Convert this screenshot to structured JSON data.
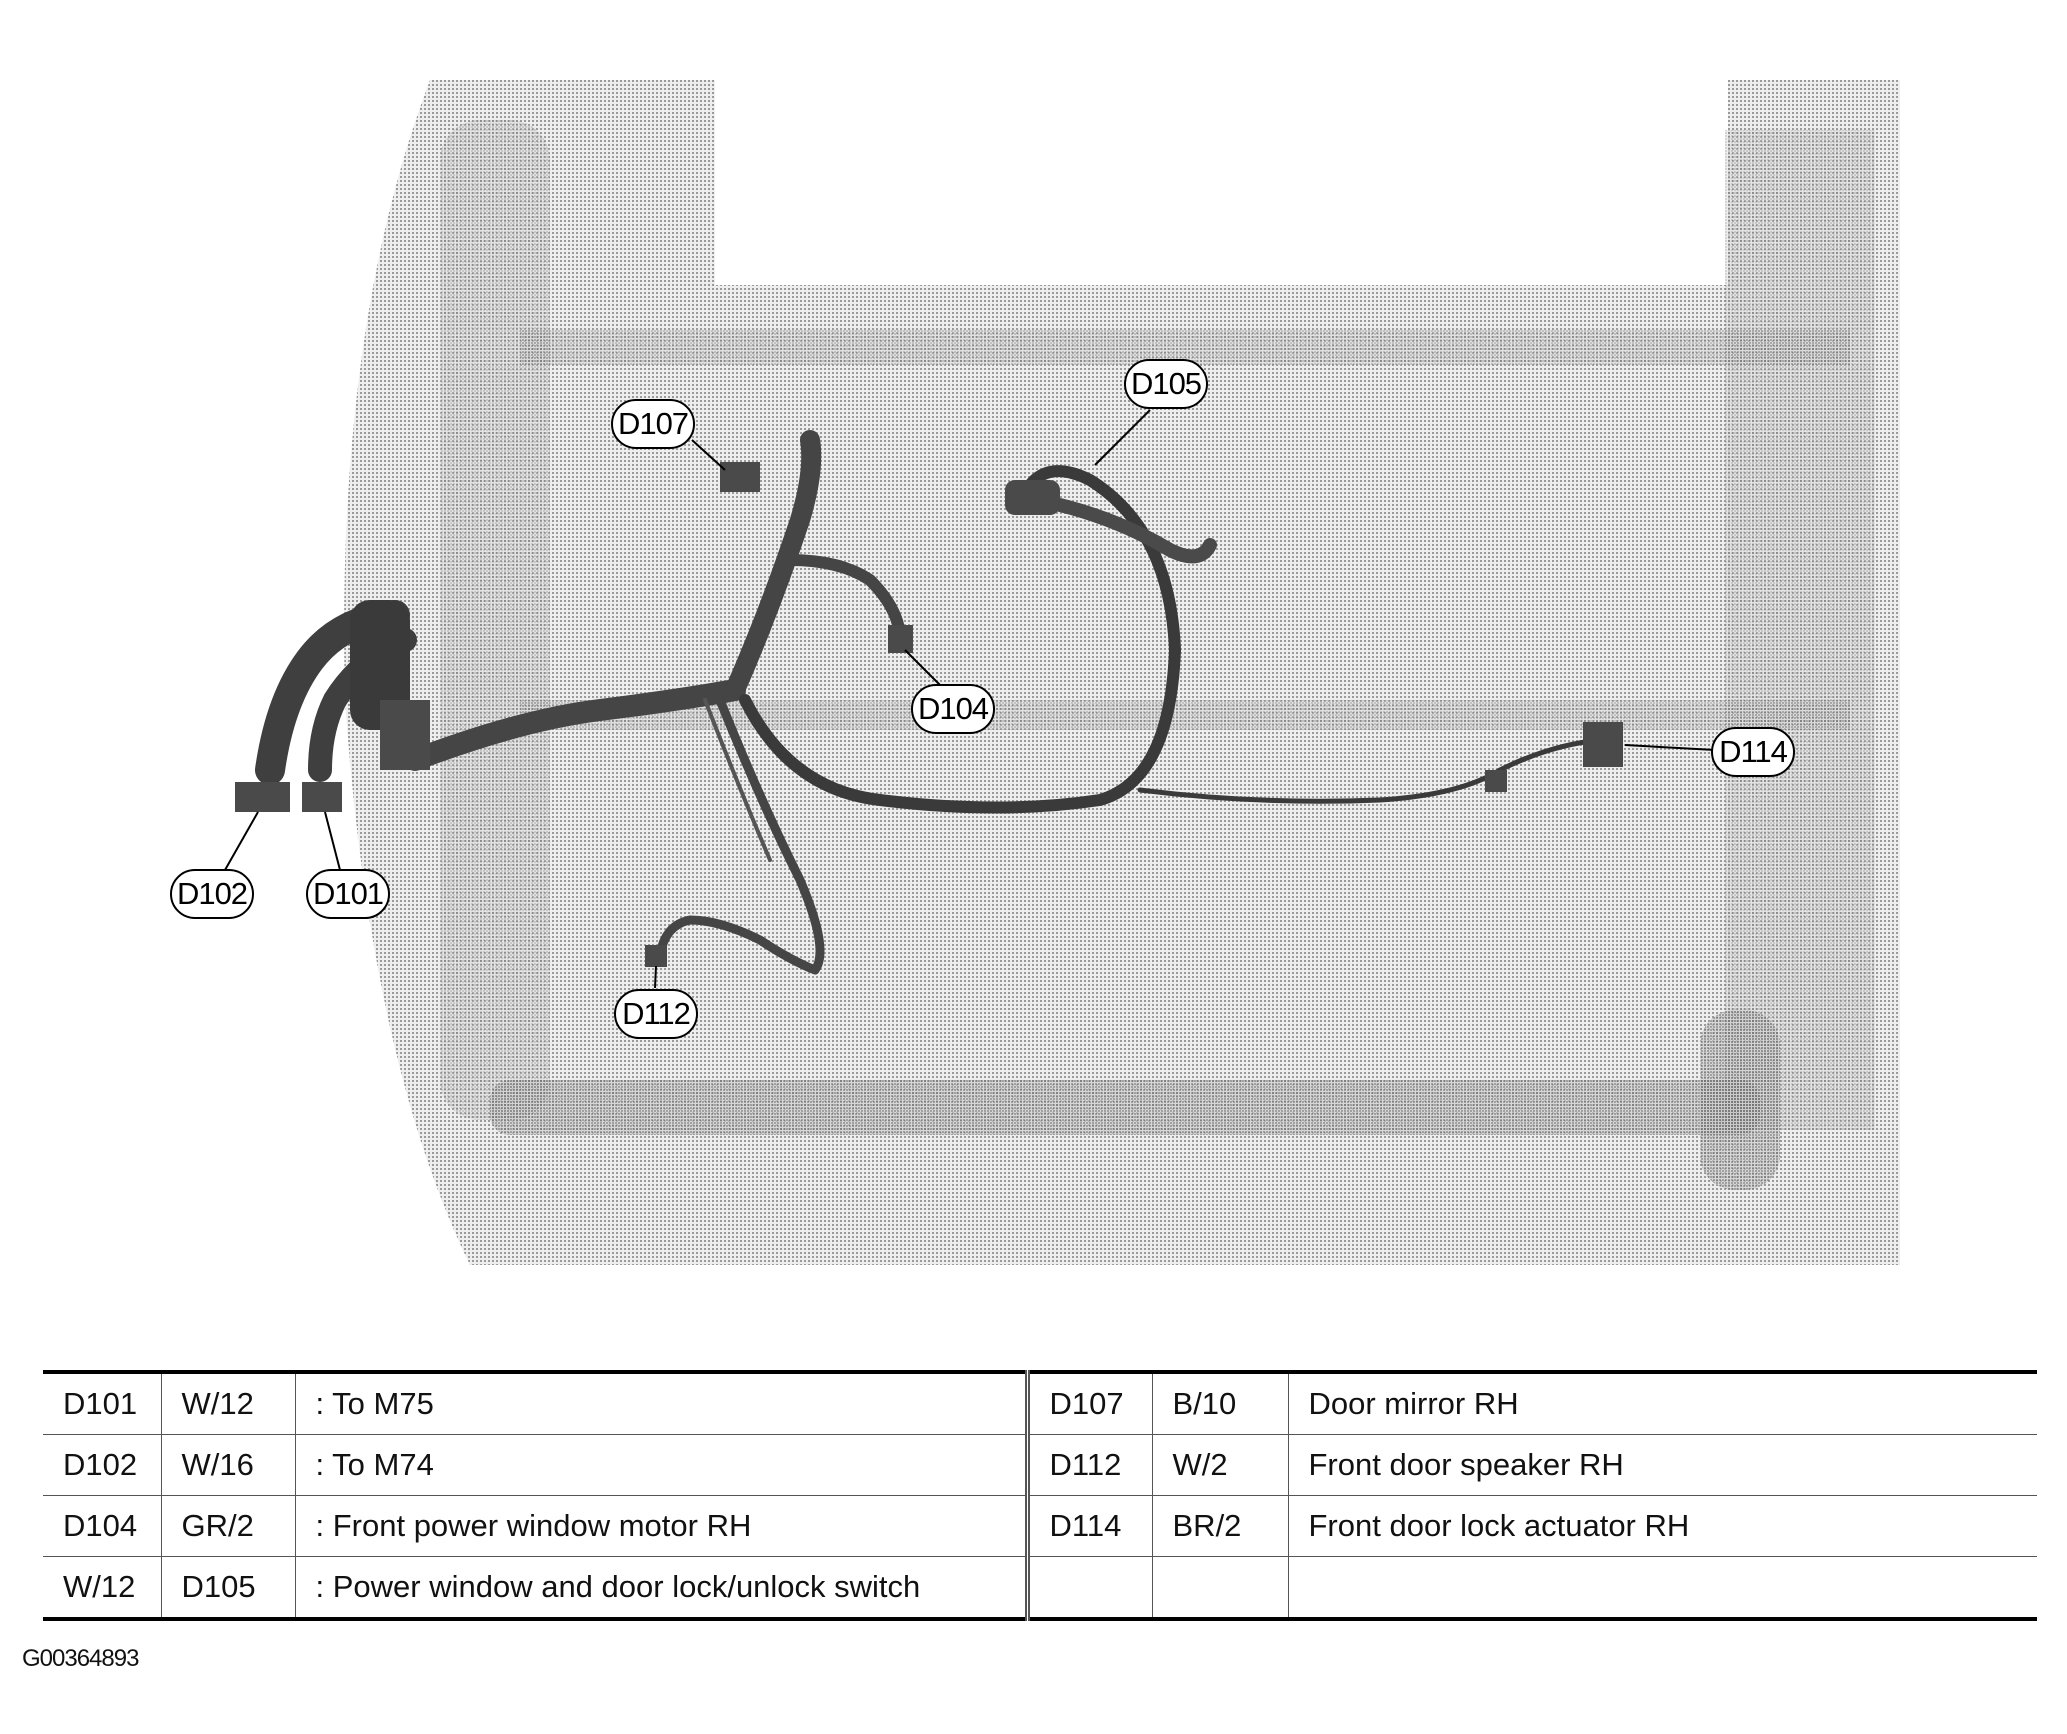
{
  "callouts": [
    {
      "id": "D107",
      "text": "D107"
    },
    {
      "id": "D105",
      "text": "D105"
    },
    {
      "id": "D104",
      "text": "D104"
    },
    {
      "id": "D114",
      "text": "D114"
    },
    {
      "id": "D102",
      "text": "D102"
    },
    {
      "id": "D101",
      "text": "D101"
    },
    {
      "id": "D112",
      "text": "D112"
    }
  ],
  "table": {
    "rows": [
      [
        "D101",
        "W/12",
        ": To M75",
        "D107",
        "B/10",
        "Door mirror RH"
      ],
      [
        "D102",
        "W/16",
        ": To M74",
        "D112",
        "W/2",
        "Front door speaker RH"
      ],
      [
        "D104",
        "GR/2",
        ": Front power window motor RH",
        "D114",
        "BR/2",
        "Front door lock actuator RH"
      ],
      [
        "W/12",
        "D105",
        ": Power window and door lock/unlock switch",
        "",
        "",
        ""
      ]
    ]
  },
  "image_code": "G00364893"
}
